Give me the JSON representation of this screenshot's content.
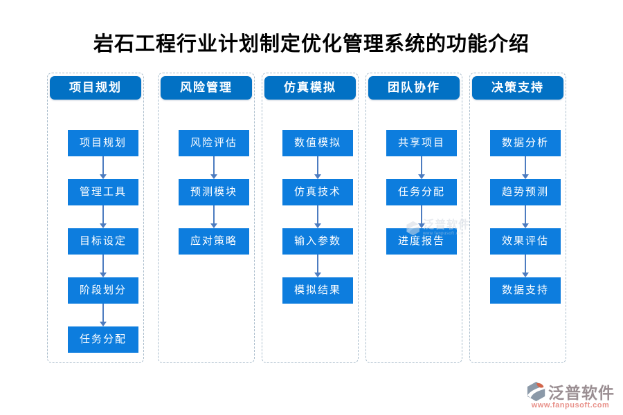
{
  "page": {
    "title": "岩石工程行业计划制定优化管理系统的功能介绍"
  },
  "columns": [
    {
      "header": "项目规划",
      "items": [
        "项目规划",
        "管理工具",
        "目标设定",
        "阶段划分",
        "任务分配"
      ]
    },
    {
      "header": "风险管理",
      "items": [
        "风险评估",
        "预测模块",
        "应对策略"
      ]
    },
    {
      "header": "仿真模拟",
      "items": [
        "数值模拟",
        "仿真技术",
        "输入参数",
        "模拟结果"
      ]
    },
    {
      "header": "团队协作",
      "items": [
        "共享项目",
        "任务分配",
        "进度报告"
      ]
    },
    {
      "header": "决策支持",
      "items": [
        "数据分析",
        "趋势预测",
        "效果评估",
        "数据支持"
      ]
    }
  ],
  "watermark": {
    "brand": "泛普软件",
    "url": "www.fanpusoft.com"
  },
  "footer": {
    "brand": "泛普软件",
    "url": "www.fanpusoft.com"
  },
  "colors": {
    "header_blue": "#0271c4",
    "node_blue": "#0d7dde",
    "arrow_blue": "#4d7cc0",
    "dash_color": "#a9bccb",
    "brand_gray": "#9a8e92",
    "brand_salmon": "#e8918a",
    "logo_gray": "#8b99a8",
    "logo_orange": "#d2654a",
    "watermark_color": "#d4dae2"
  }
}
